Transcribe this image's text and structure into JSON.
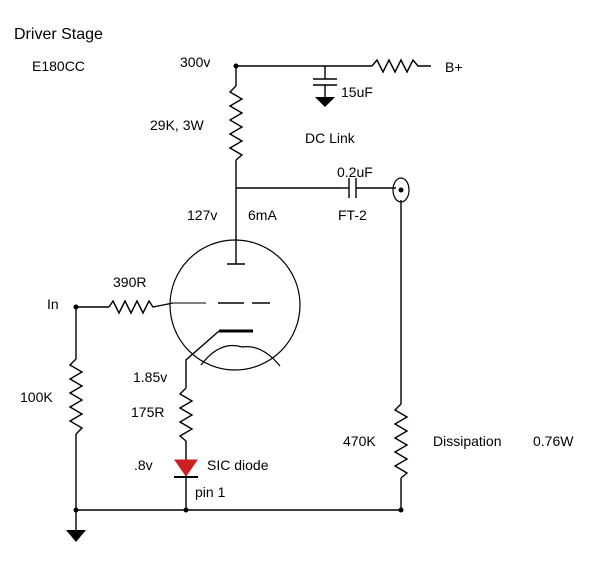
{
  "title": "Driver Stage",
  "tube": "E180CC",
  "labels": {
    "v300": "300v",
    "bplus": "B+",
    "c15": "15uF",
    "dclink": "DC Link",
    "r29k": "29K, 3W",
    "c02": "0.2uF",
    "ft2": "FT-2",
    "v127": "127v",
    "ma6": "6mA",
    "r390": "390R",
    "in": "In",
    "r100k": "100K",
    "v185": "1.85v",
    "r175": "175R",
    "v08": ".8v",
    "sic": "SIC diode",
    "pin1": "pin 1",
    "r470k": "470K",
    "dissipation": "Dissipation",
    "diss_value": "0.76W"
  },
  "colors": {
    "line": "#000000",
    "diode": "#cc1f1f",
    "background": "#ffffff"
  }
}
